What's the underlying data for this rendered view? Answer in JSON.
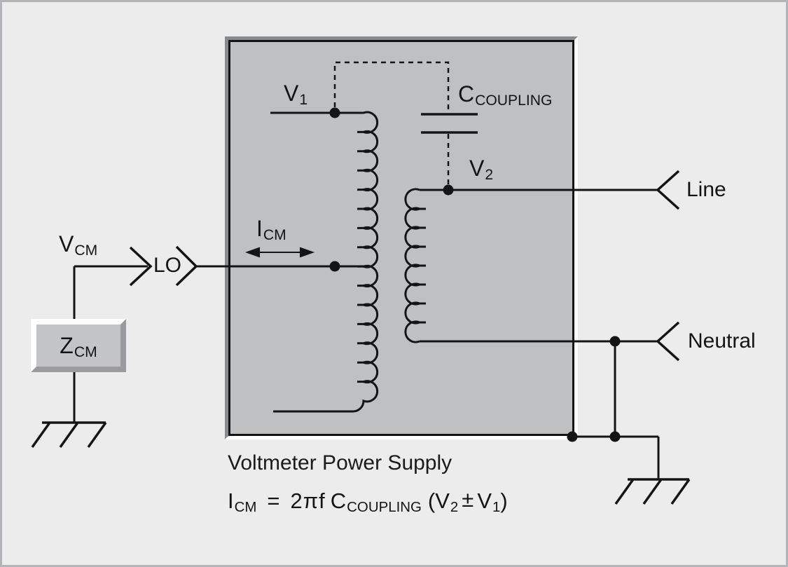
{
  "diagram": {
    "title": "Voltmeter Power Supply",
    "labels": {
      "v_cm": {
        "main": "V",
        "sub": "CM"
      },
      "lo": "LO",
      "i_cm": {
        "main": "I",
        "sub": "CM"
      },
      "z_cm": {
        "main": "Z",
        "sub": "CM"
      },
      "v1": {
        "main": "V",
        "sub": "1"
      },
      "v2": {
        "main": "V",
        "sub": "2"
      },
      "c_coupling": {
        "main": "C",
        "sub": "COUPLING"
      },
      "line": "Line",
      "neutral": "Neutral"
    },
    "formula": {
      "current_main": "I",
      "current_sub": "CM",
      "equals": "=",
      "coefficient": "2πf",
      "cap_main": "C",
      "cap_sub": "COUPLING",
      "open_group": "(V",
      "v2_sub": "2",
      "plus_minus": "±",
      "v1_main": "V",
      "v1_sub": "1",
      "close_group": ")"
    },
    "colors": {
      "page_background": "#ebeceb",
      "page_border": "#b2b4ba",
      "box_fill": "#bec0c2",
      "bevel_dark": "#898a8d",
      "bevel_light": "#ffffff",
      "stroke": "#141414"
    }
  }
}
